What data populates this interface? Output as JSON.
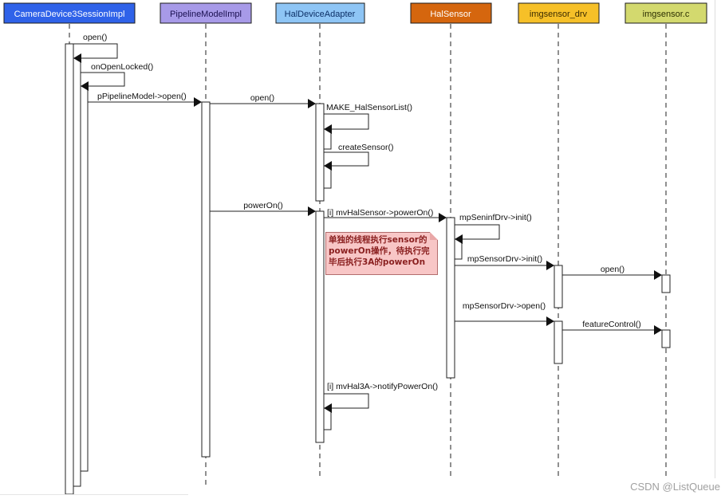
{
  "participants": [
    {
      "name": "CameraDevice3SessionImpl",
      "color": "#2f62e9",
      "text_color": "#ffffff"
    },
    {
      "name": "PipelineModelImpl",
      "color": "#a79ae8",
      "text_color": "#1a1050"
    },
    {
      "name": "HalDeviceAdapter",
      "color": "#8ec5f5",
      "text_color": "#0c2f66"
    },
    {
      "name": "HalSensor",
      "color": "#d5660e",
      "text_color": "#ffffff"
    },
    {
      "name": "imgsensor_drv",
      "color": "#f6c028",
      "text_color": "#3a2a00"
    },
    {
      "name": "imgsensor.c",
      "color": "#d3d96e",
      "text_color": "#2c2f00"
    }
  ],
  "messages": [
    {
      "from": 0,
      "to": 0,
      "label": "open()"
    },
    {
      "from": 0,
      "to": 0,
      "label": "onOpenLocked()"
    },
    {
      "from": 0,
      "to": 1,
      "label": "pPipelineModel->open()"
    },
    {
      "from": 1,
      "to": 2,
      "label": "open()"
    },
    {
      "from": 2,
      "to": 2,
      "label": "MAKE_HalSensorList()"
    },
    {
      "from": 2,
      "to": 2,
      "label": "createSensor()"
    },
    {
      "from": 1,
      "to": 2,
      "label": "powerOn()"
    },
    {
      "from": 2,
      "to": 3,
      "label": "[i] mvHalSensor->powerOn()"
    },
    {
      "from": 3,
      "to": 3,
      "label": "mpSeninfDrv->init()"
    },
    {
      "from": 3,
      "to": 4,
      "label": "mpSensorDrv->init()"
    },
    {
      "from": 4,
      "to": 5,
      "label": "open()"
    },
    {
      "from": 3,
      "to": 4,
      "label": "mpSensorDrv->open()"
    },
    {
      "from": 4,
      "to": 5,
      "label": "featureControl()"
    },
    {
      "from": 2,
      "to": 2,
      "label": "[i] mvHal3A->notifyPowerOn()"
    }
  ],
  "note": {
    "lines": [
      "单独的线程执行sensor的",
      "powerOn操作，待执行完",
      "毕后执行3A的powerOn"
    ],
    "color": "#f8c6c6"
  },
  "watermark": "CSDN @ListQueue"
}
